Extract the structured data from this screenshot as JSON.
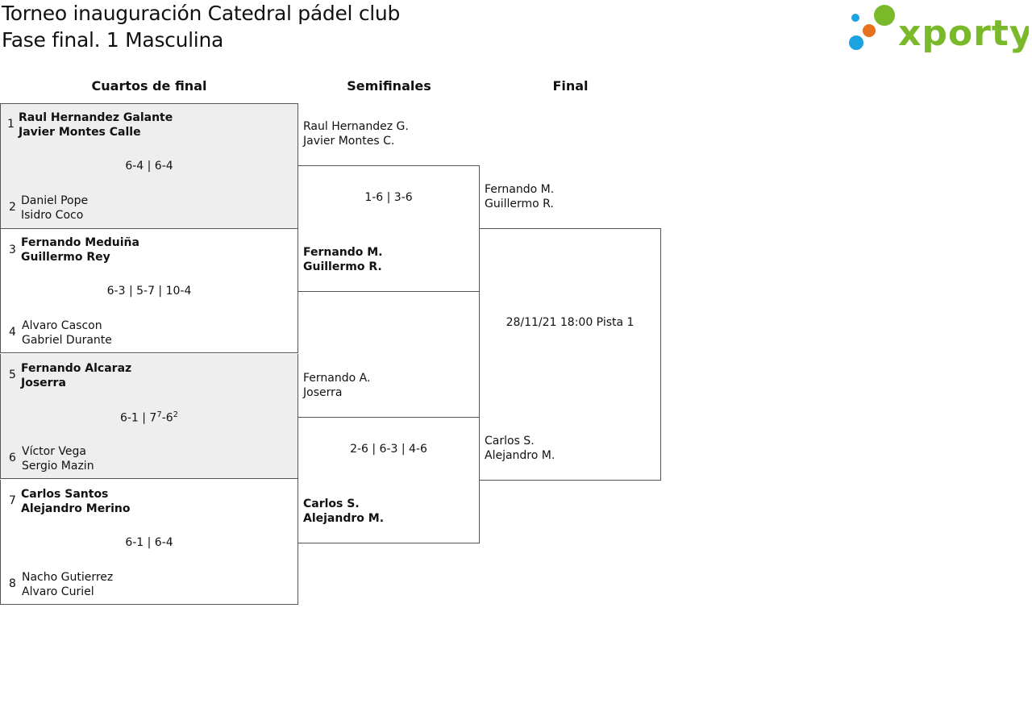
{
  "header": {
    "title": "Torneo inauguración Catedral pádel club",
    "subtitle": "Fase final. 1 Masculina",
    "logo_text": "xporty"
  },
  "rounds": {
    "quarters": "Cuartos de final",
    "semis": "Semifinales",
    "final": "Final"
  },
  "quarterfinals": [
    {
      "seed_top": "1",
      "top_p1": "Raul Hernandez Galante",
      "top_p2": "Javier Montes Calle",
      "score": "6-4 | 6-4",
      "seed_bottom": "2",
      "bot_p1": "Daniel Pope",
      "bot_p2": "Isidro Coco"
    },
    {
      "seed_top": "3",
      "top_p1": "Fernando Meduiña",
      "top_p2": "Guillermo Rey",
      "score": "6-3 | 5-7 | 10-4",
      "seed_bottom": "4",
      "bot_p1": "Alvaro Cascon",
      "bot_p2": "Gabriel Durante"
    },
    {
      "seed_top": "5",
      "top_p1": "Fernando Alcaraz",
      "top_p2": "Joserra",
      "score_a": "6-1 | 7",
      "score_sup1": "7",
      "score_b": "-6",
      "score_sup2": "2",
      "seed_bottom": "6",
      "bot_p1": "Víctor Vega",
      "bot_p2": "Sergio Mazin"
    },
    {
      "seed_top": "7",
      "top_p1": "Carlos Santos",
      "top_p2": "Alejandro Merino",
      "score": "6-1 | 6-4",
      "seed_bottom": "8",
      "bot_p1": "Nacho Gutierrez",
      "bot_p2": "Alvaro Curiel"
    }
  ],
  "semifinals": [
    {
      "top_p1": "Raul Hernandez G.",
      "top_p2": "Javier Montes C.",
      "score": "1-6 | 3-6",
      "bot_p1": "Fernando M.",
      "bot_p2": "Guillermo R."
    },
    {
      "top_p1": "Fernando A.",
      "top_p2": "Joserra",
      "score": "2-6 | 6-3 | 4-6",
      "bot_p1": "Carlos S.",
      "bot_p2": "Alejandro M."
    }
  ],
  "final": {
    "top_p1": "Fernando M.",
    "top_p2": "Guillermo R.",
    "info": "28/11/21 18:00 Pista 1",
    "bot_p1": "Carlos S.",
    "bot_p2": "Alejandro M."
  },
  "colors": {
    "logo_green": "#7ab929",
    "logo_blue": "#1aa3e0",
    "logo_orange": "#e8711d",
    "shade": "#eeeeee"
  }
}
